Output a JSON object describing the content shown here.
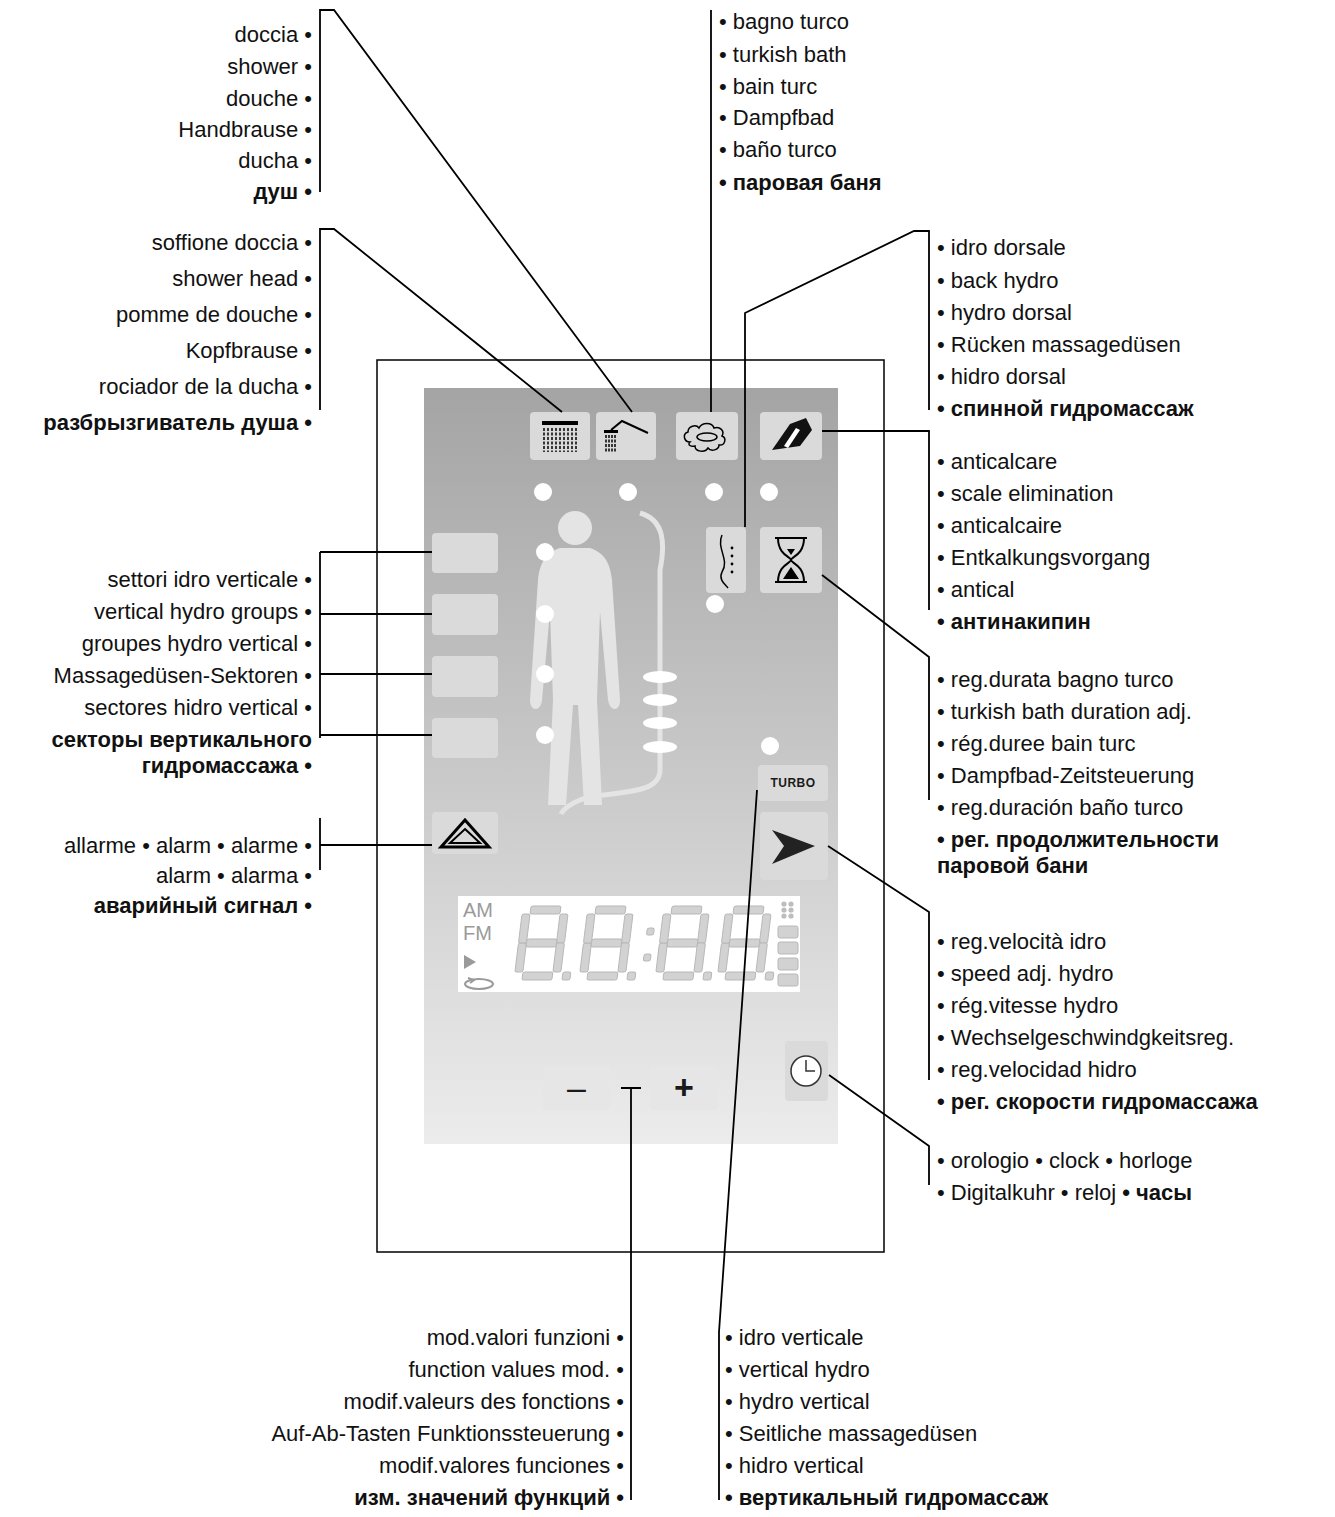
{
  "diagram": {
    "nodes": [
      {
        "text": [
          "TURBO"
        ]
      },
      {
        "text": [
          "–"
        ]
      },
      {
        "text": [
          "+"
        ]
      }
    ],
    "labels": [
      "doccia •",
      "shower •",
      "douche •",
      "Handbrause •",
      "ducha •",
      "душ •",
      "soffione doccia •",
      "shower head •",
      "pomme de douche •",
      "Kopfbrause •",
      "rociador de la ducha •",
      "разбрызгиватель душа •",
      "• bagno turco",
      "• turkish bath",
      "• bain turc",
      "• Dampfbad",
      "• baño turco",
      "• паровая баня",
      "• idro dorsale",
      "• back hydro",
      "• hydro dorsal",
      "• Rücken massagedüsen",
      "• hidro dorsal",
      "• спинной гидромассаж",
      "• anticalcare",
      "• scale elimination",
      "• anticalcaire",
      "• Entkalkungsvorgang",
      "• antical",
      "• антинакипин",
      "• reg.durata bagno turco",
      "• turkish bath duration adj.",
      "• rég.duree bain turc",
      "• Dampfbad-Zeitsteuerung",
      "• reg.duración baño turco",
      "• рег. продолжительности паровой бани",
      "• reg.velocità idro",
      "• speed adj. hydro",
      "• rég.vitesse hydro",
      "• Wechselgeschwindgkeitsreg.",
      "• reg.velocidad hidro",
      "• рег. скорости гидромассажа",
      "• orologio • clock • horloge",
      "• Digitalkuhr • reloj",
      "• часы",
      "settori idro verticale •",
      "vertical hydro groups •",
      "groupes hydro vertical •",
      "Massagedüsen-Sektoren •",
      "sectores hidro vertical •",
      "секторы вертикального гидромассажа •",
      "allarme • alarm • alarme •",
      "alarm • alarma •",
      "аварийный сигнал •",
      "mod.valori funzioni •",
      "function values mod. •",
      "modif.valeurs des fonctions •",
      "Auf-Ab-Tasten Funktionssteuerung •",
      "modif.valores funciones •",
      "изм. значений функций •",
      "• idro verticale",
      "• vertical hydro",
      "• hydro vertical",
      "• Seitliche massagedüsen",
      "• hidro vertical",
      "• вертикальный гидромассаж",
      "AM",
      "FM"
    ]
  }
}
